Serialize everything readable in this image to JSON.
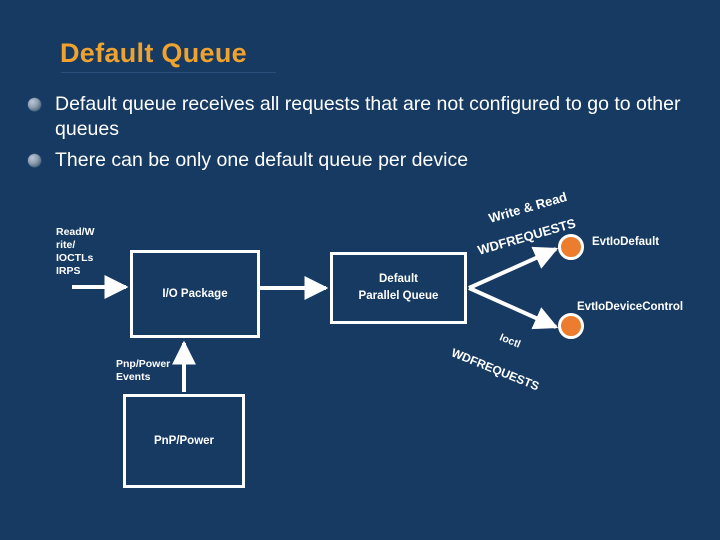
{
  "slide": {
    "title": "Default Queue",
    "background_color": "#163a62",
    "title_color": "#f0a22e",
    "text_color": "#ffffff",
    "accent_color": "#ec7d2e"
  },
  "bullets": [
    {
      "text": "Default queue receives all requests that are not configured to go to other queues"
    },
    {
      "text": "There can be only one default queue per device"
    }
  ],
  "diagram": {
    "boxes": [
      {
        "id": "io-package",
        "label": "I/O Package"
      },
      {
        "id": "default-queue",
        "line1": "Default",
        "line2": "Parallel Queue"
      },
      {
        "id": "pnp-power",
        "label": "PnP/Power"
      }
    ],
    "labels": {
      "read_write": "Read/W\nrite/\nIOCTLs\nIRPS",
      "pnp_power_events": "Pnp/Power\nEvents"
    },
    "edge_labels": {
      "write_read": "Write & Read",
      "wdfrequests_top": "WDFREQUESTS",
      "ioctl": "Ioctl",
      "wdfrequests_bottom": "WDFREQUESTS"
    },
    "callouts": [
      {
        "id": "evtiodefault",
        "label": "EvtIoDefault",
        "dot_color": "#ec7d2e"
      },
      {
        "id": "evtiodevicecontrol",
        "label": "EvtIoDeviceControl",
        "dot_color": "#ec7d2e"
      }
    ]
  }
}
